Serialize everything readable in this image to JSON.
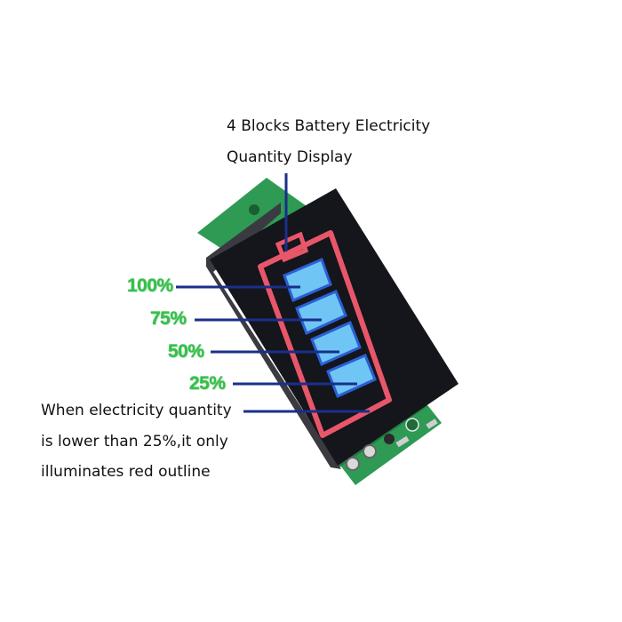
{
  "title_line1": "4 Blocks Battery Electricity",
  "title_line2": "Quantity Display",
  "levels": [
    "100%",
    "75%",
    "50%",
    "25%"
  ],
  "note_line1": "When electricity quantity",
  "note_line2": "is lower than 25%,it only",
  "note_line3": "illuminates red outline",
  "colors": {
    "pcb_green": "#2e9a54",
    "display_black": "#15151c",
    "outline_red": "#e8566a",
    "block_blue": "#4aa6f0",
    "leader_line": "#1a2f8a",
    "percent_green": "#33c24a"
  }
}
